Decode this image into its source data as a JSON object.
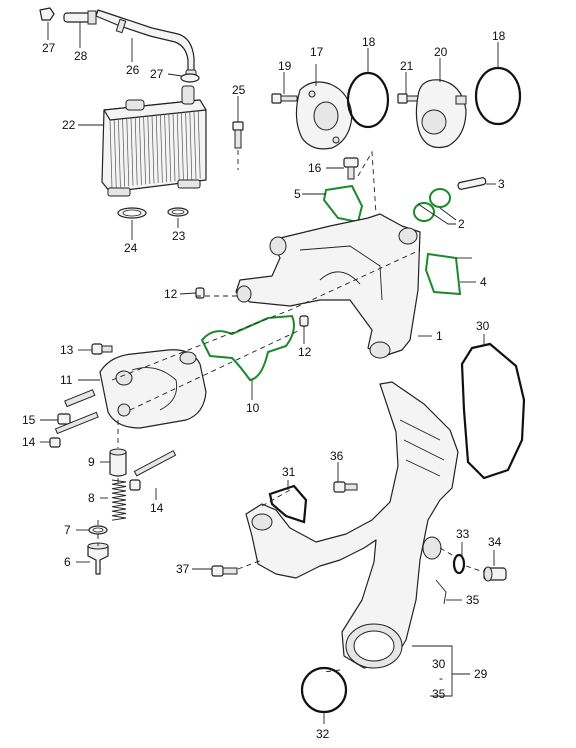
{
  "callouts": [
    {
      "id": "c27a",
      "label": "27"
    },
    {
      "id": "c28",
      "label": "28"
    },
    {
      "id": "c26",
      "label": "26"
    },
    {
      "id": "c27b",
      "label": "27"
    },
    {
      "id": "c17",
      "label": "17"
    },
    {
      "id": "c18a",
      "label": "18"
    },
    {
      "id": "c19",
      "label": "19"
    },
    {
      "id": "c21",
      "label": "21"
    },
    {
      "id": "c20",
      "label": "20"
    },
    {
      "id": "c18b",
      "label": "18"
    },
    {
      "id": "c25",
      "label": "25"
    },
    {
      "id": "c22",
      "label": "22"
    },
    {
      "id": "c16",
      "label": "16"
    },
    {
      "id": "c5",
      "label": "5"
    },
    {
      "id": "c3",
      "label": "3"
    },
    {
      "id": "c2",
      "label": "2"
    },
    {
      "id": "c24",
      "label": "24"
    },
    {
      "id": "c23",
      "label": "23"
    },
    {
      "id": "c4",
      "label": "4"
    },
    {
      "id": "c12a",
      "label": "12"
    },
    {
      "id": "c30a",
      "label": "30"
    },
    {
      "id": "c1",
      "label": "1"
    },
    {
      "id": "c13",
      "label": "13"
    },
    {
      "id": "c12b",
      "label": "12"
    },
    {
      "id": "c11",
      "label": "11"
    },
    {
      "id": "c10",
      "label": "10"
    },
    {
      "id": "c15",
      "label": "15"
    },
    {
      "id": "c14a",
      "label": "14"
    },
    {
      "id": "c9",
      "label": "9"
    },
    {
      "id": "c31",
      "label": "31"
    },
    {
      "id": "c36",
      "label": "36"
    },
    {
      "id": "c8",
      "label": "8"
    },
    {
      "id": "c14b",
      "label": "14"
    },
    {
      "id": "c7",
      "label": "7"
    },
    {
      "id": "c33",
      "label": "33"
    },
    {
      "id": "c34",
      "label": "34"
    },
    {
      "id": "c6",
      "label": "6"
    },
    {
      "id": "c37",
      "label": "37"
    },
    {
      "id": "c35",
      "label": "35"
    },
    {
      "id": "c30b",
      "label": "30"
    },
    {
      "id": "c29",
      "label": "29"
    },
    {
      "id": "cdash",
      "label": "-"
    },
    {
      "id": "c35b",
      "label": "35"
    },
    {
      "id": "c32",
      "label": "32"
    }
  ]
}
